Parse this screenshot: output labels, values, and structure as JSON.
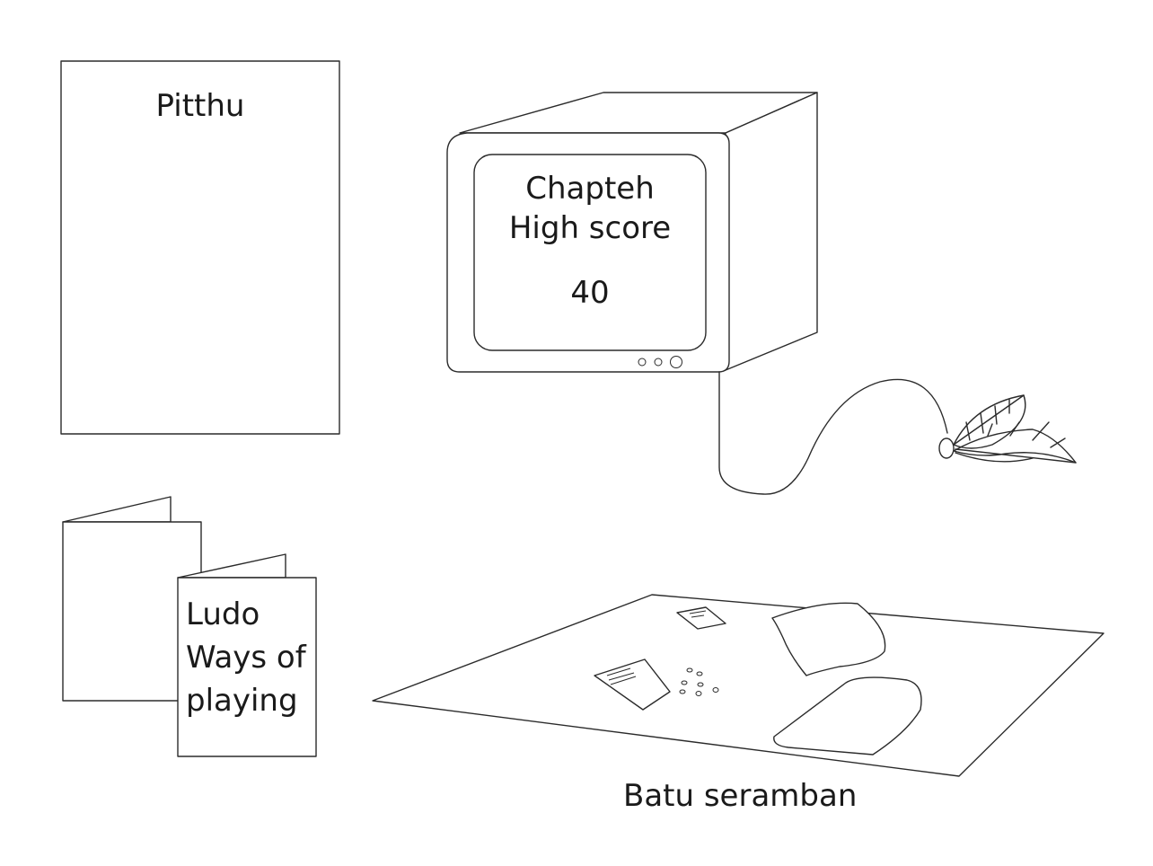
{
  "poster": {
    "title": "Pitthu"
  },
  "monitor": {
    "line1": "Chapteh",
    "line2": "High score",
    "score": "40"
  },
  "leaflet": {
    "line1": "Ludo",
    "line2": "Ways of",
    "line3": "playing"
  },
  "mat": {
    "caption": "Batu seramban"
  },
  "colors": {
    "ink": "#2b2b2b",
    "background": "#ffffff"
  }
}
